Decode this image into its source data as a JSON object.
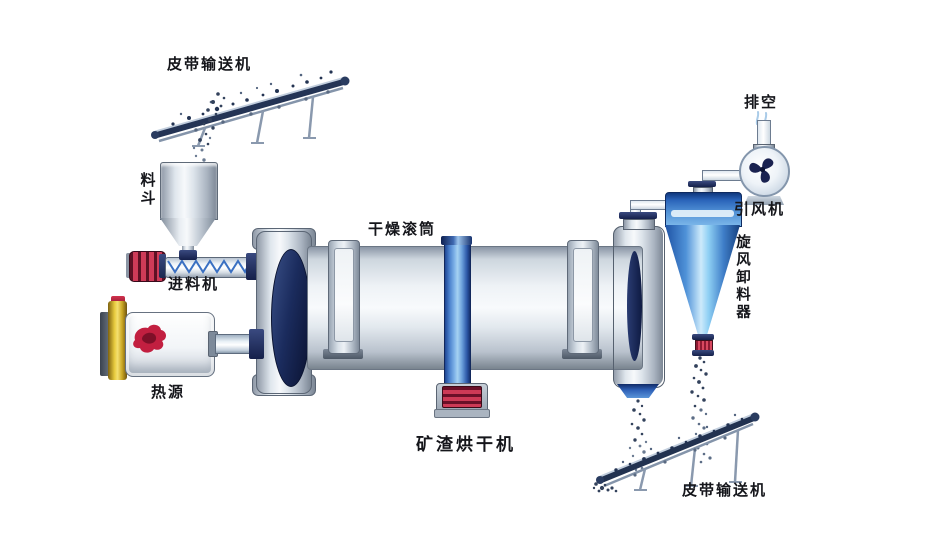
{
  "diagram": {
    "title": "矿渣烘干机",
    "labels": {
      "belt_conveyor_top": "皮带输送机",
      "hopper": "料斗",
      "feeder": "进料机",
      "heat_source": "热源",
      "drying_drum": "干燥滚筒",
      "main_title": "矿渣烘干机",
      "exhaust": "排空",
      "induced_draft_fan": "引风机",
      "cyclone_discharger": "旋风卸料器",
      "belt_conveyor_bottom": "皮带输送机"
    },
    "icons": {
      "fan_blades": "pinwheel-3-blade",
      "flame": "flame"
    },
    "colors": {
      "background": "#ffffff",
      "label_text": "#15161b",
      "steel_light": "#f7f9fb",
      "steel_dark": "#7c8795",
      "navy": "#15204a",
      "blue": "#2f62b8",
      "light_blue": "#a6d2f2",
      "red": "#c22040",
      "yellow": "#e8cc3e"
    }
  }
}
